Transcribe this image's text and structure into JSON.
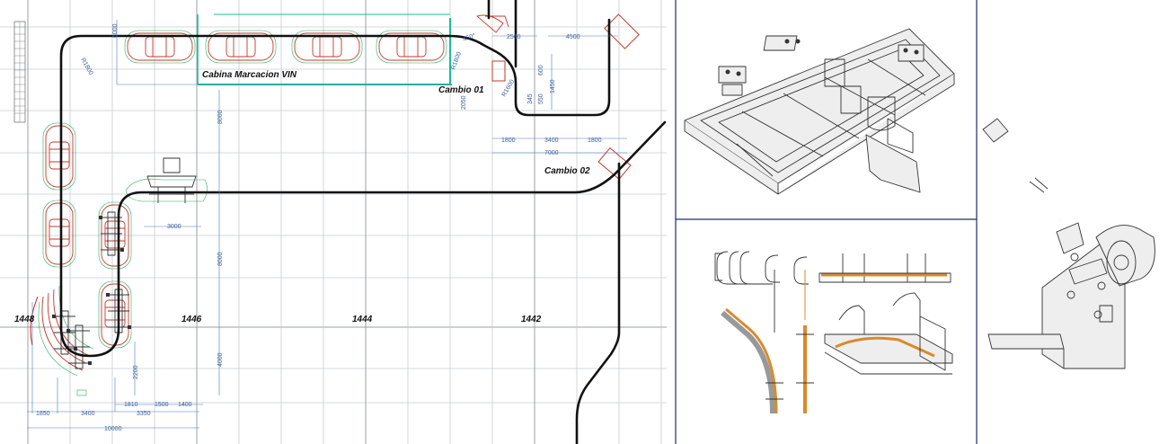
{
  "layout_labels": {
    "cabin": "Cabina Marcacion VIN",
    "switch1": "Cambio 01",
    "switch2": "Cambio 02"
  },
  "columns": [
    "1448",
    "1446",
    "1444",
    "1442"
  ],
  "dimensions": {
    "d6000": "6000",
    "d2500": "2500",
    "d4500": "4500",
    "d450": "450°",
    "dR1800": "R1800",
    "dR1600": "R1600",
    "d1450": "1450",
    "d600": "600",
    "d345": "345",
    "d550": "550",
    "d2050": "2050",
    "d1800a": "1800",
    "d3400a": "3400",
    "d1800b": "1800",
    "d7000": "7000",
    "d8000a": "8000",
    "d8000b": "8000",
    "d4000": "4000",
    "d3000": "3000",
    "d2200": "2200",
    "d1810": "1810",
    "d1500": "1500",
    "d1400": "1400",
    "d1850": "1850",
    "d3400b": "3400",
    "d3350": "3350",
    "d10000": "10000"
  },
  "colors": {
    "panel_border": "#1f2a6e",
    "track": "#111111",
    "car_outline": "#c0392b",
    "cabin_outline": "#1abc9c",
    "dimension": "#4a7ac0",
    "rail_highlight": "#d98a2b"
  }
}
